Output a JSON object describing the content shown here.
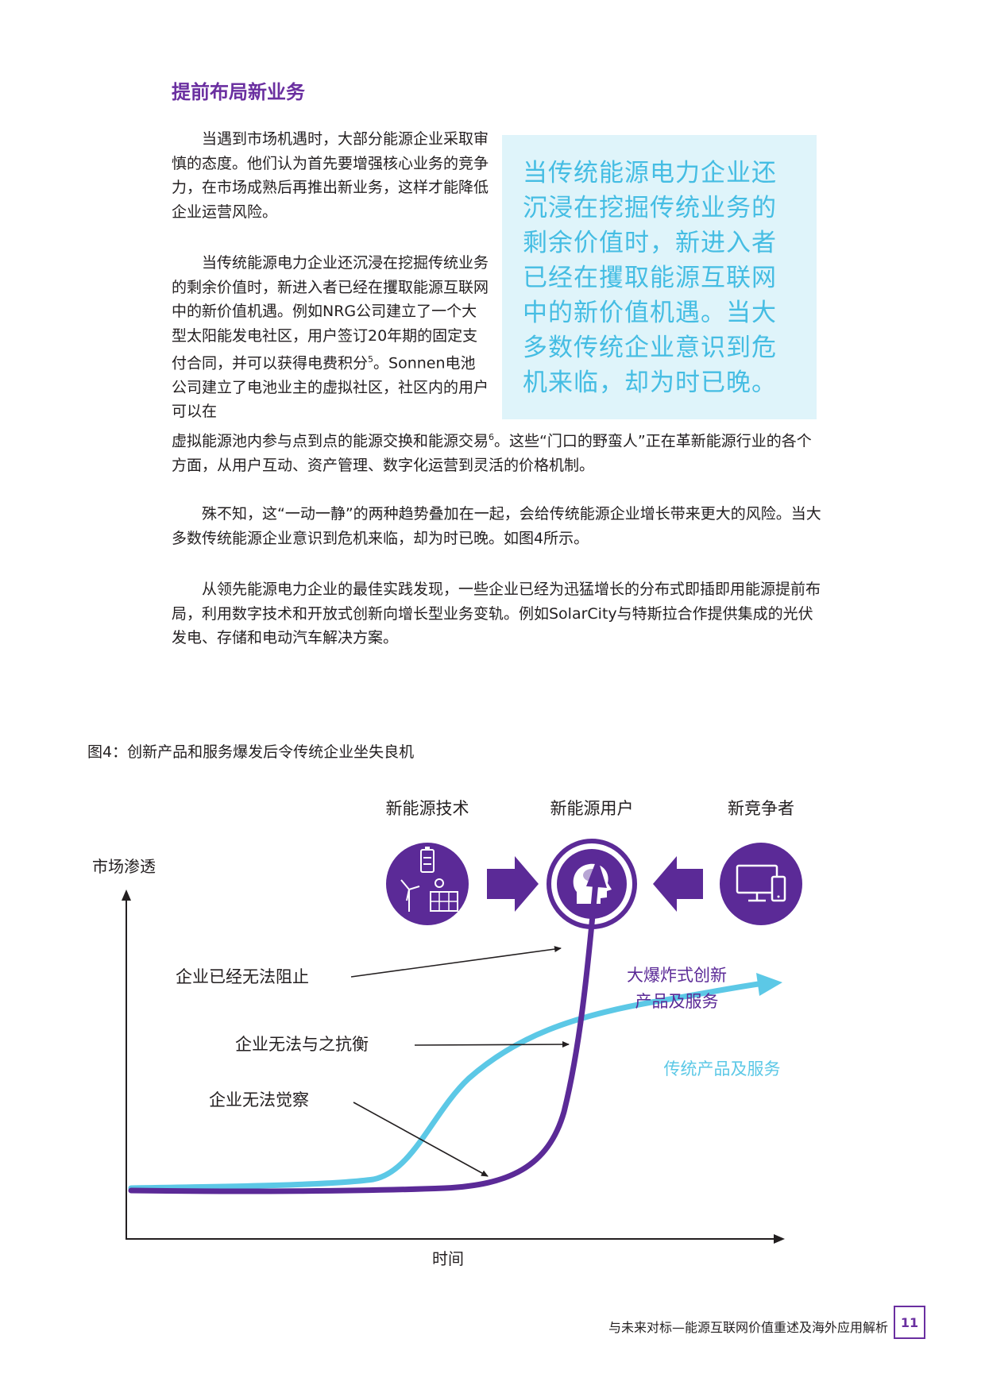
{
  "heading": "提前布局新业务",
  "paragraphs": {
    "p1": "当遇到市场机遇时，大部分能源企业采取审慎的态度。他们认为首先要增强核心业务的竞争力，在市场成熟后再推出新业务，这样才能降低企业运营风险。",
    "p2_a": "当传统能源电力企业还沉浸在挖掘传统业务的剩余价值时，新进入者已经在攫取能源互联网中的新价值机遇。例如NRG公司建立了一个大型太阳能发电社区，用户签订20年期的固定支付合同，并可以获得电费积分",
    "p2_sup1": "5",
    "p2_b": "。Sonnen电池公司建立了电池业主的虚拟社区，社区内的用户可以在",
    "p2_c": "虚拟能源池内参与点到点的能源交换和能源交易",
    "p2_sup2": "6",
    "p2_d": "。这些“门口的野蛮人”正在革新能源行业的各个方面，从用户互动、资产管理、数字化运营到灵活的价格机制。",
    "p3": "殊不知，这“一动一静”的两种趋势叠加在一起，会给传统能源企业增长带来更大的风险。当大多数传统能源企业意识到危机来临，却为时已晚。如图4所示。",
    "p4": "从领先能源电力企业的最佳实践发现，一些企业已经为迅猛增长的分布式即插即用能源提前布局，利用数字技术和开放式创新向增长型业务变轨。例如SolarCity与特斯拉合作提供集成的光伏发电、存储和电动汽车解决方案。"
  },
  "callout": "当传统能源电力企业还沉浸在挖掘传统业务的剩余价值时，新进入者已经在攫取能源互联网中的新价值机遇。当大多数传统企业意识到危机来临，却为时已晚。",
  "figure": {
    "caption": "图4：创新产品和服务爆发后令传统企业坐失良机",
    "icons": {
      "tech_label": "新能源技术",
      "user_label": "新能源用户",
      "competitor_label": "新竞争者"
    },
    "y_axis_label": "市场渗透",
    "x_axis_label": "时间",
    "annotations": {
      "cannot_stop": "企业已经无法阻止",
      "cannot_compete": "企业无法与之抗衡",
      "cannot_perceive": "企业无法觉察",
      "explosive_line1": "大爆炸式创新",
      "explosive_line2": "产品及服务",
      "traditional": "传统产品及服务"
    },
    "colors": {
      "purple": "#5b2a97",
      "cyan": "#5cc8e6",
      "heading_purple": "#6a2fa0"
    }
  },
  "footer": {
    "text": "与未来对标—能源互联网价值重述及海外应用解析",
    "page_number": "11"
  }
}
